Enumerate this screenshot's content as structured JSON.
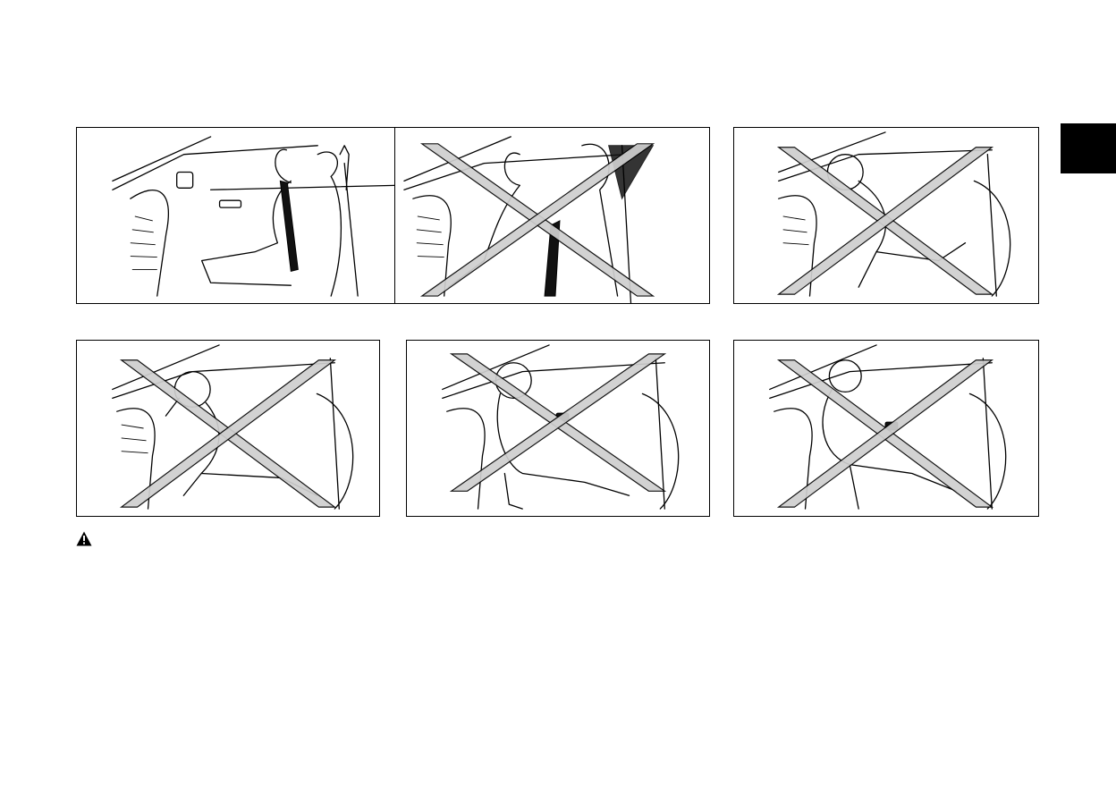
{
  "document": {
    "illustrations": [
      {
        "id": "correct-seating",
        "prohibited": false
      },
      {
        "id": "reclined-seating",
        "prohibited": true
      },
      {
        "id": "child-leaning-forward",
        "prohibited": true
      },
      {
        "id": "child-at-dashboard",
        "prohibited": true
      },
      {
        "id": "child-kneeling-on-seat",
        "prohibited": true
      },
      {
        "id": "child-standing-on-seat",
        "prohibited": true
      }
    ],
    "icons": {
      "warning": "warning-triangle-icon",
      "section_tab": "section-tab-marker"
    },
    "colors": {
      "ink": "#000000",
      "paper": "#ffffff",
      "x_band": "#cfcfcf"
    }
  }
}
